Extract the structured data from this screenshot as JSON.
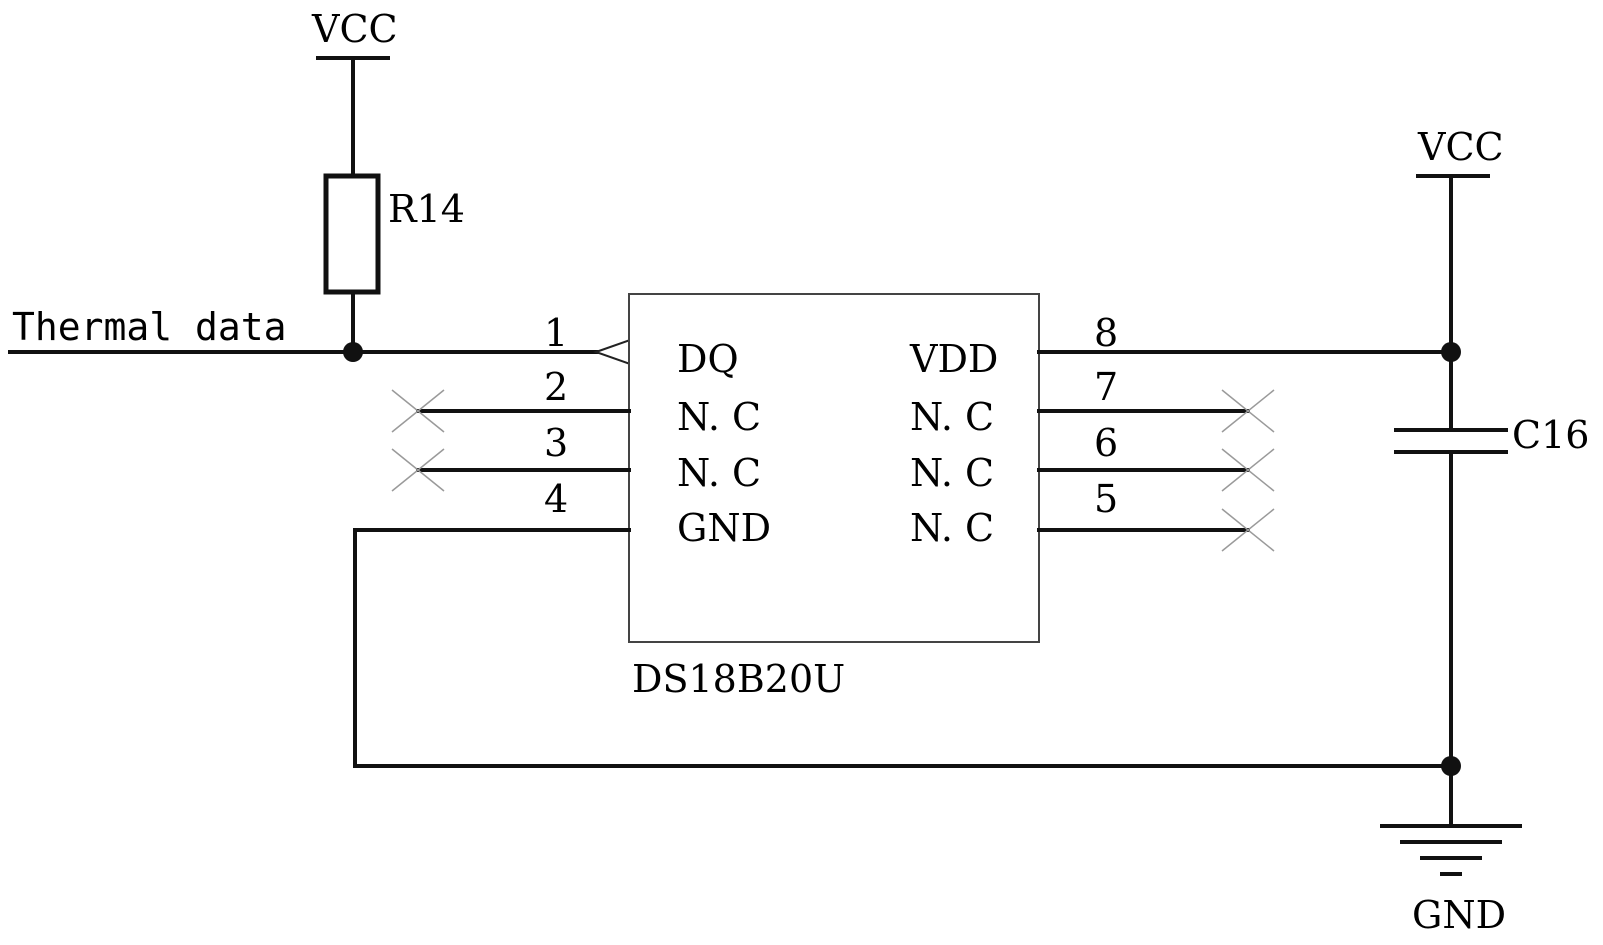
{
  "schematic": {
    "power_top_left": "VCC",
    "power_top_right": "VCC",
    "ground": "GND",
    "resistor": "R14",
    "capacitor": "C16",
    "net_label": "Thermal data",
    "ic": {
      "name": "DS18B20U",
      "left_pins": [
        {
          "number": "1",
          "name": "DQ"
        },
        {
          "number": "2",
          "name": "N. C"
        },
        {
          "number": "3",
          "name": "N. C"
        },
        {
          "number": "4",
          "name": "GND"
        }
      ],
      "right_pins": [
        {
          "number": "8",
          "name": "VDD"
        },
        {
          "number": "7",
          "name": "N. C"
        },
        {
          "number": "6",
          "name": "N. C"
        },
        {
          "number": "5",
          "name": "N. C"
        }
      ]
    }
  }
}
